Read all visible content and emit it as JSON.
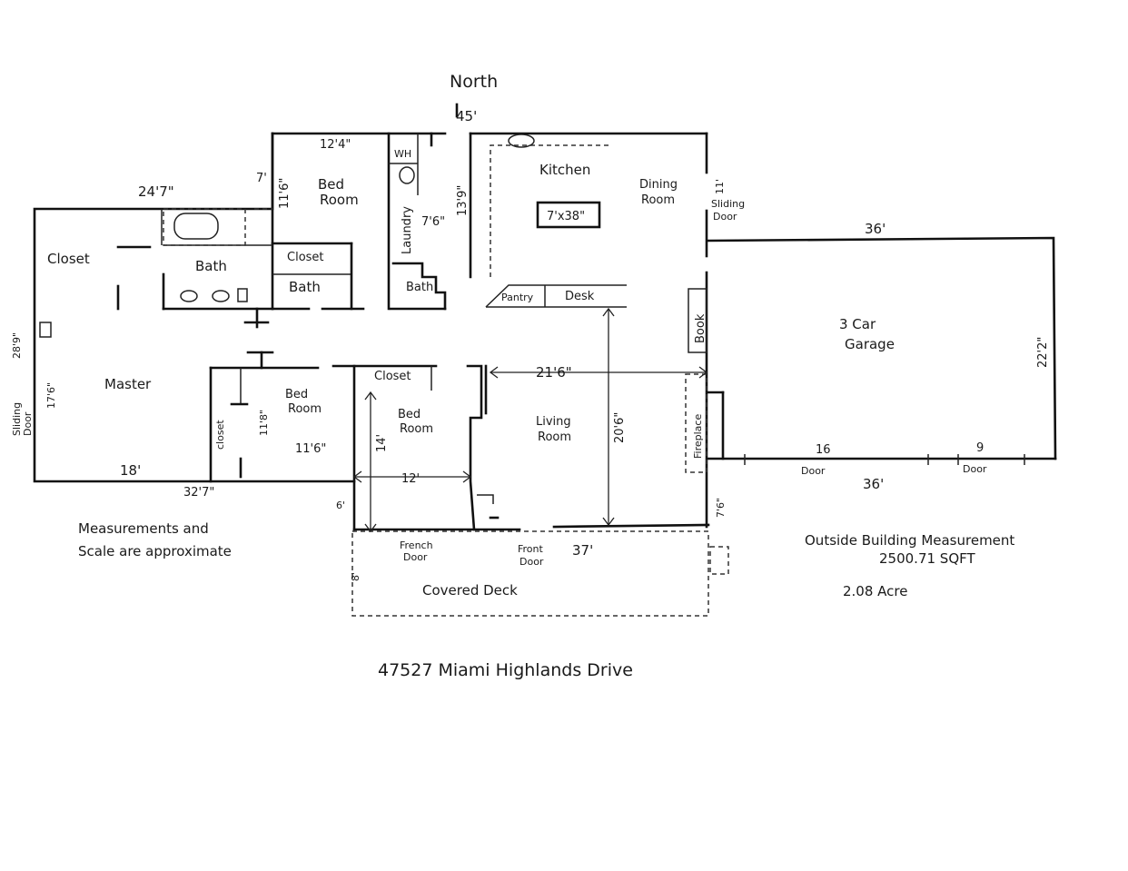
{
  "header": {
    "compass": "North",
    "total_width": "45'"
  },
  "rooms": {
    "closet_master": "Closet",
    "bath_master": "Bath",
    "bedroom_north_1": "Bed",
    "bedroom_north_2": "Room",
    "closet_north": "Closet",
    "bath_north": "Bath",
    "wh": "WH",
    "laundry": "Laundry",
    "bath_small": "Bath",
    "kitchen": "Kitchen",
    "island": "7'x38\"",
    "dining_1": "Dining",
    "dining_2": "Room",
    "sliding_1": "Sliding",
    "sliding_2": "Door",
    "pantry": "Pantry",
    "desk": "Desk",
    "garage_1": "3 Car",
    "garage_2": "Garage",
    "book": "Book",
    "master": "Master",
    "sliding_w_1": "Sliding",
    "sliding_w_2": "Door",
    "bedroom_mid_1": "Bed",
    "bedroom_mid_2": "Room",
    "closet_mid": "closet",
    "bedroom_front_1": "Bed",
    "bedroom_front_2": "Room",
    "closet_front": "Closet",
    "living_1": "Living",
    "living_2": "Room",
    "fireplace": "Fireplace",
    "covered_deck": "Covered Deck",
    "french_door_1": "French",
    "french_door_2": "Door",
    "front_door_1": "Front",
    "front_door_2": "Door",
    "garage_door_a": "Door",
    "garage_door_b": "Door"
  },
  "dimensions": {
    "north_bed_w": "12'4\"",
    "north_bed_h": "11'6\"",
    "seven": "7'",
    "west_wing_w": "24'7\"",
    "laundry_h": "7'6\"",
    "kitchen_h": "13'9\"",
    "dining_side": "11'",
    "garage_top": "36'",
    "garage_side": "22'2\"",
    "garage_bottom": "36'",
    "garage_door_16": "16",
    "garage_door_9": "9",
    "overall_depth": "28'9\"",
    "master_h": "17'6\"",
    "master_w": "18'",
    "west_bottom": "32'7\"",
    "mid_bed_h": "11'8\"",
    "mid_bed_w": "11'6\"",
    "front_bed_h": "14'",
    "front_bed_w": "12'",
    "six": "6'",
    "living_w": "21'6\"",
    "living_h": "20'6\"",
    "front_w": "37'",
    "deck_h": "8'",
    "east_step": "7'6\""
  },
  "notes": {
    "approx_1": "Measurements and",
    "approx_2": "Scale are approximate",
    "outside_1": "Outside Building Measurement",
    "outside_2": "2500.71 SQFT",
    "acre": "2.08 Acre",
    "address": "47527 Miami Highlands Drive"
  }
}
